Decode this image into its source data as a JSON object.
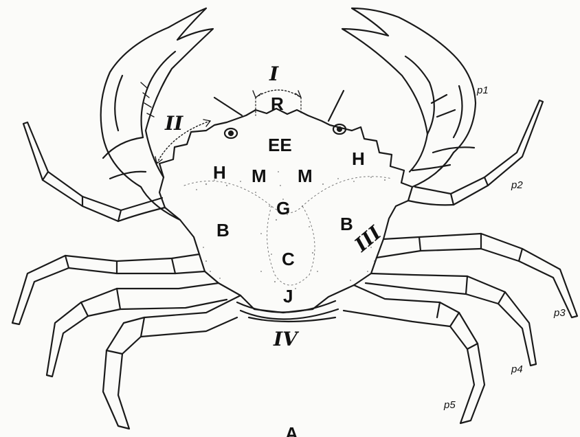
{
  "figure": {
    "region_labels": {
      "rostral": "R",
      "epigastric": "EE",
      "hepatic_left": "H",
      "hepatic_right": "H",
      "mesogastric_left": "M",
      "mesogastric_right": "M",
      "gastric": "G",
      "branchial_left": "B",
      "branchial_right": "B",
      "cardiac": "C",
      "intestinal": "J"
    },
    "margin_labels": {
      "front": "I",
      "anterolateral": "II",
      "posterolateral": "III",
      "posterior": "IV"
    },
    "leg_labels": {
      "p1": "p1",
      "p2": "p2",
      "p3": "p3",
      "p4": "p4",
      "p5": "p5"
    },
    "bottom_mark": "A"
  }
}
